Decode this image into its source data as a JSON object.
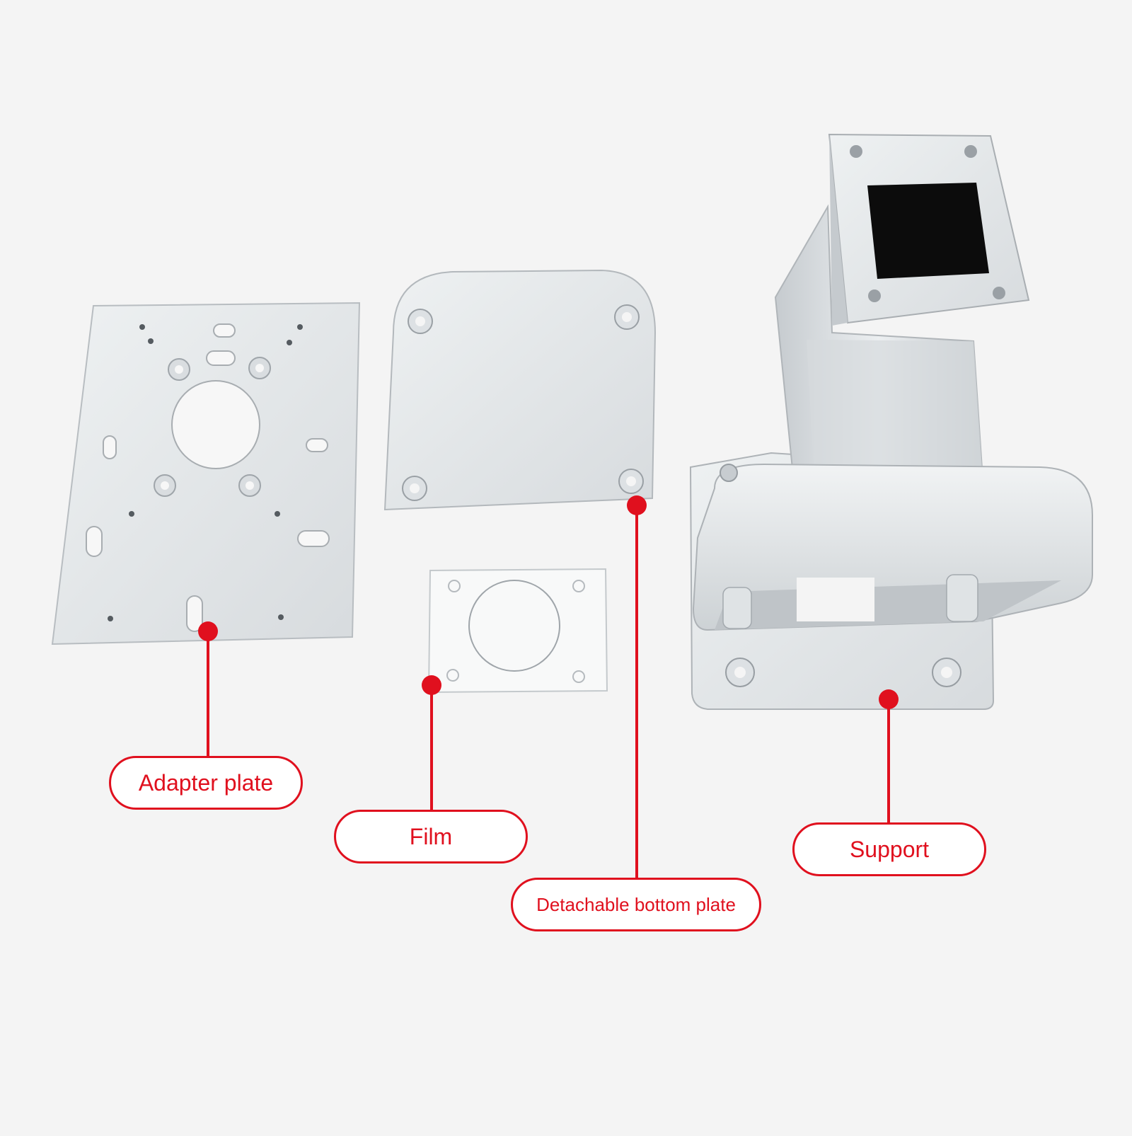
{
  "callouts": {
    "adapter_plate": {
      "label": "Adapter plate"
    },
    "film": {
      "label": "Film"
    },
    "detachable_bottom_plate": {
      "label": "Detachable bottom plate"
    },
    "support": {
      "label": "Support"
    }
  },
  "colors": {
    "accent": "#e0101e",
    "background": "#f4f4f4",
    "metal_light": "#e8ecee",
    "metal_mid": "#cfd4d8",
    "metal_dark": "#a9afb4",
    "opening": "#0c0c0c"
  }
}
